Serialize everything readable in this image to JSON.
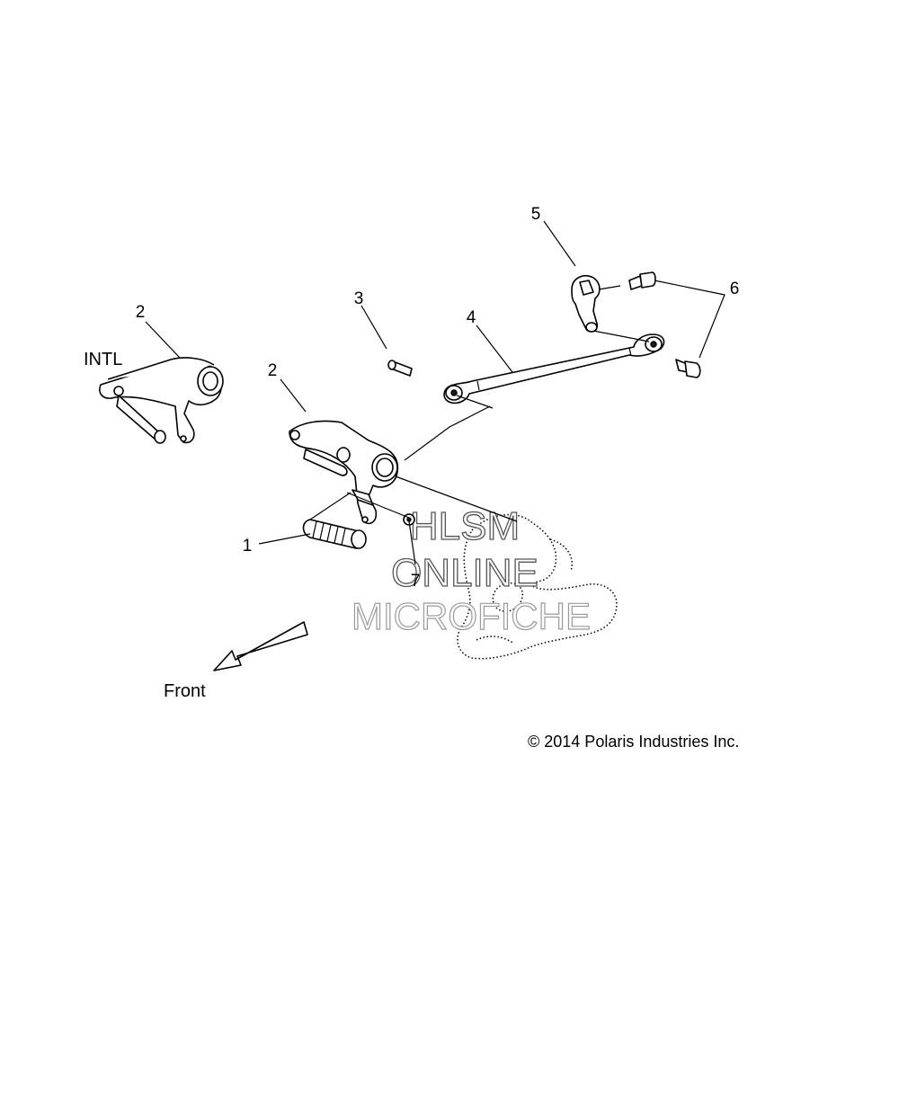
{
  "diagram": {
    "callouts": {
      "c1": "1",
      "c2_intl": "2",
      "c2": "2",
      "c3": "3",
      "c4": "4",
      "c5": "5",
      "c6": "6",
      "c7": "7"
    },
    "intl_label": "INTL",
    "front_label": "Front",
    "copyright": "© 2014 Polaris Industries Inc.",
    "watermark": {
      "line1": "HLSM",
      "line2": "ONLINE",
      "line3": "MICROFICHE"
    }
  }
}
